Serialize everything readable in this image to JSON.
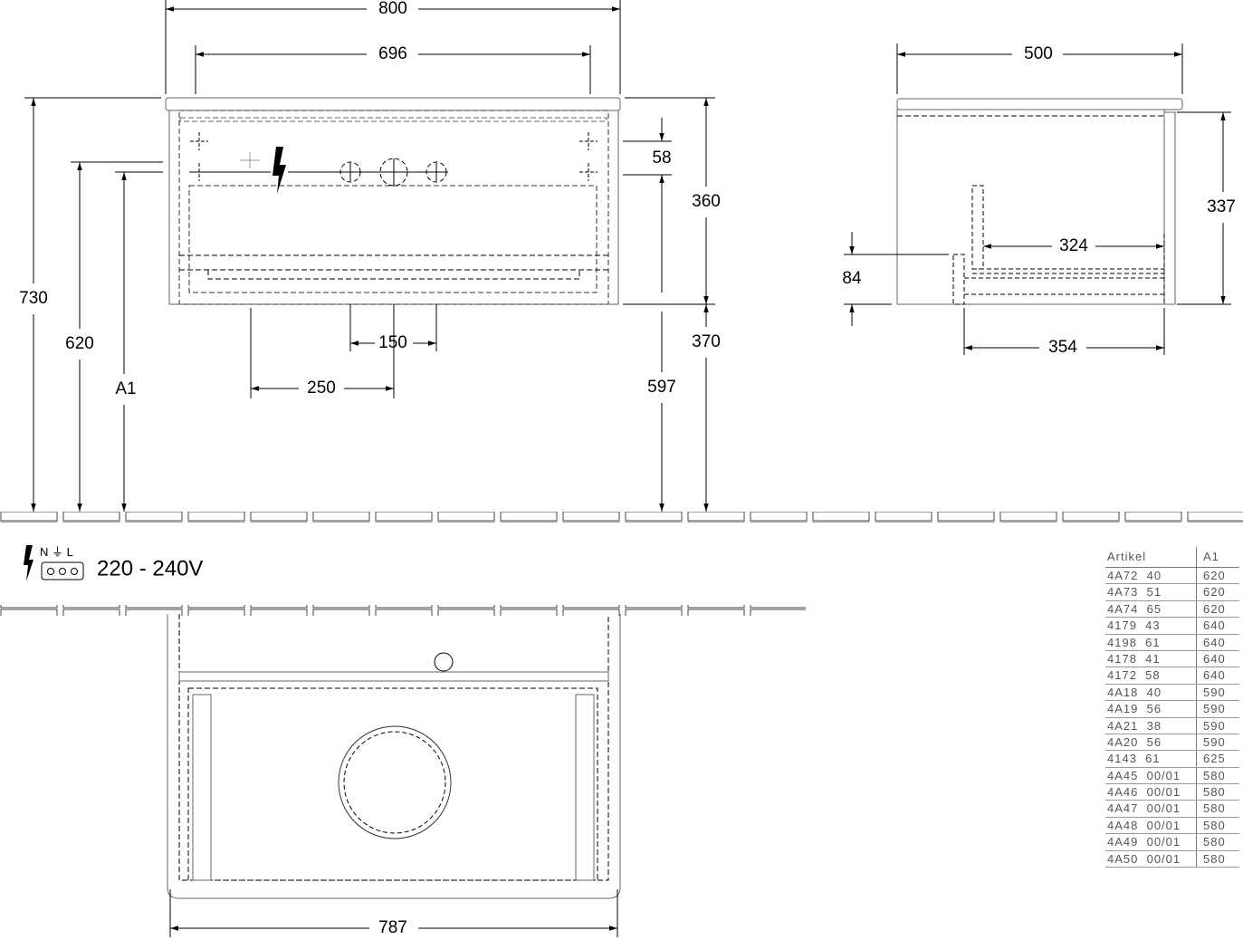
{
  "dimensions": {
    "overall_width": "800",
    "basin_width": "696",
    "side_depth": "500",
    "height_730": "730",
    "height_620": "620",
    "height_a1": "A1",
    "front_360": "360",
    "front_58": "58",
    "front_370": "370",
    "front_597": "597",
    "siphon_150": "150",
    "siphon_250": "250",
    "side_337": "337",
    "side_324": "324",
    "side_84": "84",
    "side_354": "354",
    "plan_787": "787"
  },
  "electrical": {
    "terminal_labels": "N ⏚ L",
    "voltage": "220 - 240V"
  },
  "table": {
    "headers": [
      "Artikel",
      "A1"
    ],
    "rows": [
      [
        "4A72  40",
        "620"
      ],
      [
        "4A73  51",
        "620"
      ],
      [
        "4A74  65",
        "620"
      ],
      [
        "4179  43",
        "640"
      ],
      [
        "4198  61",
        "640"
      ],
      [
        "4178  41",
        "640"
      ],
      [
        "4172  58",
        "640"
      ],
      [
        "4A18  40",
        "590"
      ],
      [
        "4A19  56",
        "590"
      ],
      [
        "4A21  38",
        "590"
      ],
      [
        "4A20  56",
        "590"
      ],
      [
        "4143  61",
        "625"
      ],
      [
        "4A45  00/01",
        "580"
      ],
      [
        "4A46  00/01",
        "580"
      ],
      [
        "4A47  00/01",
        "580"
      ],
      [
        "4A48  00/01",
        "580"
      ],
      [
        "4A49  00/01",
        "580"
      ],
      [
        "4A50  00/01",
        "580"
      ]
    ]
  }
}
